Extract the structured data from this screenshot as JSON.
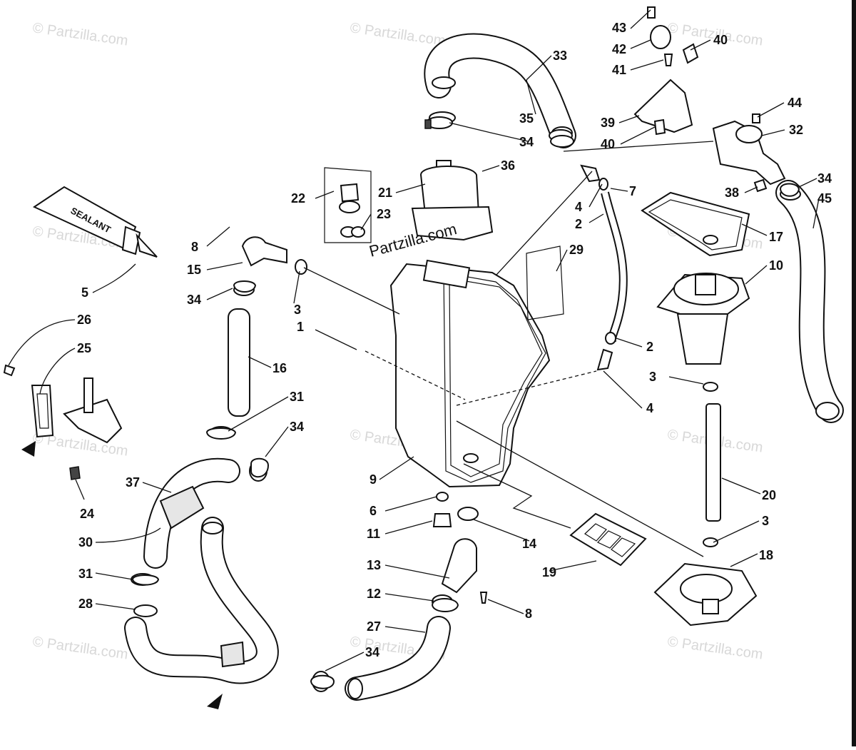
{
  "watermark": "© Partzilla.com",
  "center_logo": "Partzilla.com",
  "sealant_text": "SEALANT",
  "callouts": {
    "c43": "43",
    "c42": "42",
    "c40a": "40",
    "c41": "41",
    "c33": "33",
    "c44": "44",
    "c32": "32",
    "c39": "39",
    "c40b": "40",
    "c35": "35",
    "c34a": "34",
    "c36": "36",
    "c21": "21",
    "c22": "22",
    "c23": "23",
    "c7": "7",
    "c4a": "4",
    "c2a": "2",
    "c34b": "34",
    "c45": "45",
    "c38": "38",
    "c17": "17",
    "c29": "29",
    "c10": "10",
    "c8a": "8",
    "c15": "15",
    "c5": "5",
    "c34c": "34",
    "c3a": "3",
    "c1": "1",
    "c26": "26",
    "c25": "25",
    "c16": "16",
    "c2b": "2",
    "c3b": "3",
    "c4b": "4",
    "c31a": "31",
    "c34d": "34",
    "c9": "9",
    "c37": "37",
    "c24": "24",
    "c6": "6",
    "c20": "20",
    "c11": "11",
    "c14": "14",
    "c3c": "3",
    "c30": "30",
    "c18": "18",
    "c13": "13",
    "c19": "19",
    "c31b": "31",
    "c12": "12",
    "c8b": "8",
    "c28": "28",
    "c27": "27",
    "c34e": "34"
  }
}
